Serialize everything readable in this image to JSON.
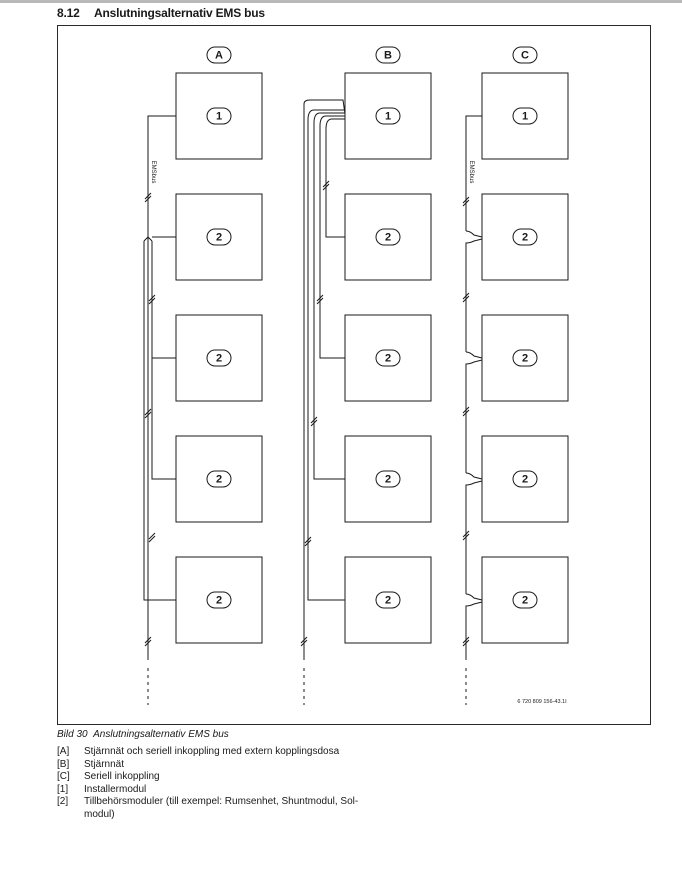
{
  "section": {
    "number": "8.12",
    "title": "Anslutningsalternativ EMS bus"
  },
  "diagram": {
    "columns": [
      {
        "label": "A",
        "bus_label": "EMSbus",
        "modules": [
          "1",
          "2",
          "2",
          "2",
          "2"
        ]
      },
      {
        "label": "B",
        "bus_label": "",
        "modules": [
          "1",
          "2",
          "2",
          "2",
          "2"
        ]
      },
      {
        "label": "C",
        "bus_label": "EMSbus",
        "modules": [
          "1",
          "2",
          "2",
          "2",
          "2"
        ]
      }
    ],
    "reference_code": "6 720 809 156-43.1I"
  },
  "caption": {
    "prefix": "Bild 30",
    "text": "Anslutningsalternativ EMS bus"
  },
  "legend": [
    {
      "key": "[A]",
      "text": "Stjärnnät och seriell inkoppling med extern kopplingsdosa"
    },
    {
      "key": "[B]",
      "text": "Stjärnnät"
    },
    {
      "key": "[C]",
      "text": "Seriell inkoppling"
    },
    {
      "key": "[1]",
      "text": "Installermodul"
    },
    {
      "key": "[2]",
      "text": "Tillbehörsmoduler (till exempel: Rumsenhet, Shuntmodul, Sol-modul)"
    }
  ]
}
